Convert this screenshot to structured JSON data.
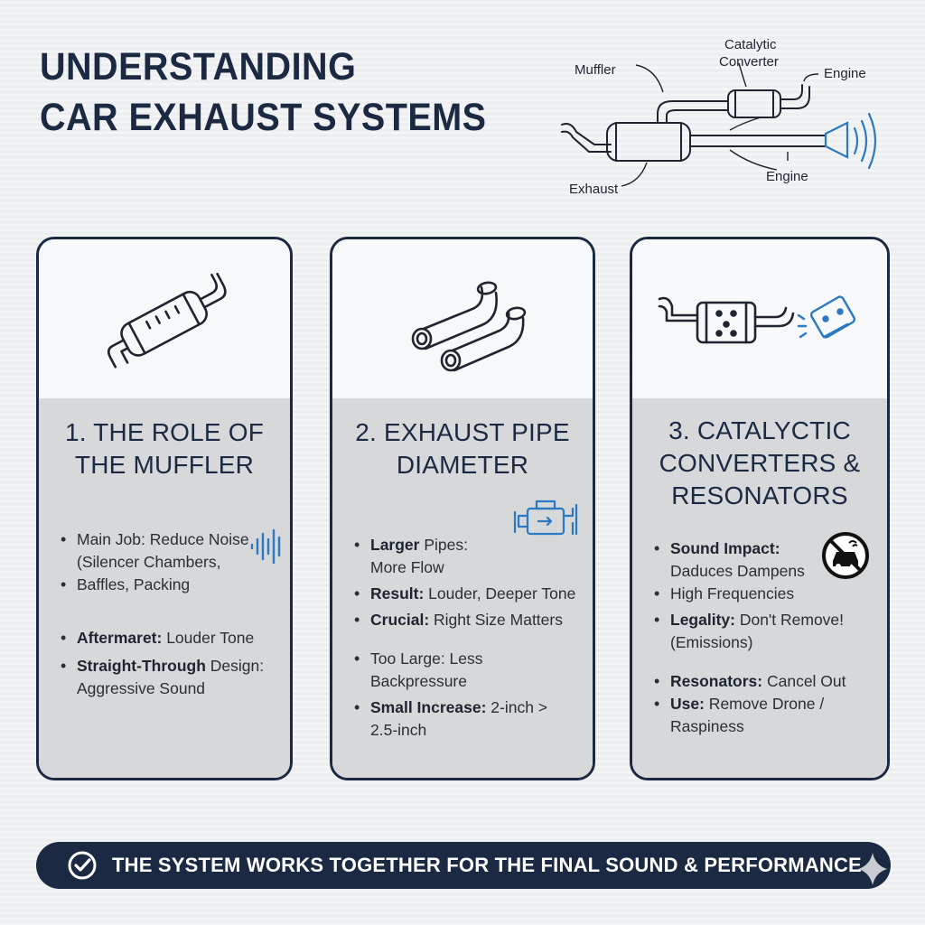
{
  "title": {
    "line1": "UNDERSTANDING",
    "line2": "CAR EXHAUST SYSTEMS"
  },
  "diagram_labels": {
    "catalytic_line1": "Catalytic",
    "catalytic_line2": "Converter",
    "muffler": "Muffler",
    "engine_top": "Engine",
    "engine_bottom": "Engine",
    "exhaust": "Exhaust"
  },
  "cards": [
    {
      "title_line1": "1. THE ROLE OF",
      "title_line2": "THE MUFFLER",
      "items": [
        {
          "bold": "",
          "text": "Main Job: Reduce Noise",
          "sub": "(Silencer Chambers,"
        },
        {
          "bold": "",
          "text": "Baffles, Packing",
          "sub": ""
        },
        {
          "bold": "Aftermaret:",
          "text": " Louder Tone",
          "sub": ""
        },
        {
          "bold": "Straight-Through",
          "text": " Design:",
          "sub": "Aggressive Sound"
        }
      ]
    },
    {
      "title_line1": "2. EXHAUST PIPE",
      "title_line2": "DIAMETER",
      "items": [
        {
          "bold": "Larger",
          "text": " Pipes:",
          "sub": "More Flow"
        },
        {
          "bold": "Result:",
          "text": " Louder, Deeper Tone",
          "sub": ""
        },
        {
          "bold": "Crucial:",
          "text": " Right Size Matters",
          "sub": ""
        },
        {
          "bold": "",
          "text": "Too Large: Less Backpressure",
          "sub": ""
        },
        {
          "bold": "Small Increase:",
          "text": " 2-inch >",
          "sub": "2.5-inch"
        }
      ]
    },
    {
      "title_line1": "3. CATALYCTIC",
      "title_line2": "CONVERTERS &",
      "title_line3": "RESONATORS",
      "items": [
        {
          "bold": "Sound Impact:",
          "text": "",
          "sub": "Daduces Dampens"
        },
        {
          "bold": "",
          "text": "High Frequencies",
          "sub": ""
        },
        {
          "bold": "Legality:",
          "text": " Don't Remove!",
          "sub": "(Emissions)"
        },
        {
          "bold": "Resonators:",
          "text": " Cancel Out",
          "sub": ""
        },
        {
          "bold": "Use:",
          "text": " Remove Drone /",
          "sub": "Raspiness"
        }
      ]
    }
  ],
  "banner": {
    "text": "THE SYSTEM WORKS TOGETHER FOR THE FINAL SOUND & PERFORMANCE"
  },
  "colors": {
    "navy": "#1b2a42",
    "accent_blue": "#2b79c2",
    "card_bottom": "#d6d8da"
  },
  "icons": [
    "muffler-icon",
    "pipes-icon",
    "catalytic-converter-icon",
    "engine-icon",
    "sound-wave-icon",
    "no-loud-car-icon",
    "check-icon",
    "sparkle-icon"
  ]
}
